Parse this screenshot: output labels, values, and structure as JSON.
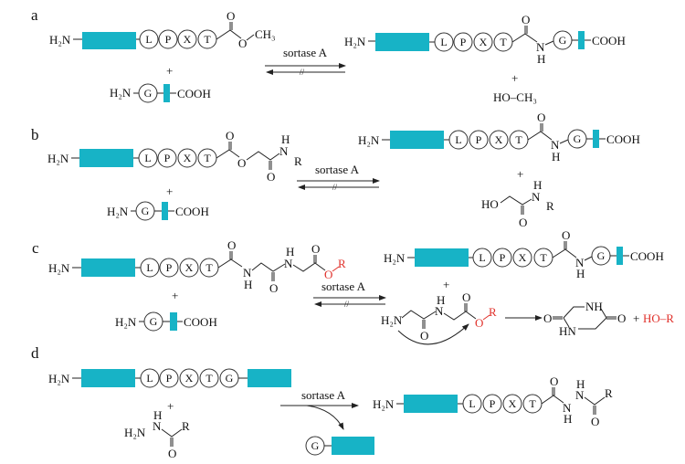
{
  "colors": {
    "protein_block": "#17b3c6",
    "leaving_group": "#e0302a",
    "ink": "#111111"
  },
  "enzyme_label": "sortase A",
  "panels": {
    "a": {
      "label": "a",
      "substrate": {
        "n_term": "H₂N",
        "motif": [
          "L",
          "P",
          "X",
          "T"
        ],
        "ester_O": "O",
        "ester_alkyl": "O",
        "ester_group": "CH₃"
      },
      "plus": "+",
      "nucleophile": {
        "n_term": "H₂N",
        "residue": "G",
        "c_term": "COOH"
      },
      "product": {
        "n_term": "H₂N",
        "motif": [
          "L",
          "P",
          "X",
          "T"
        ],
        "carbonyl_O": "O",
        "amide_N": "N",
        "amide_H": "H",
        "residue": "G",
        "c_term": "COOH"
      },
      "byproduct": "HO–CH₃",
      "reverse_blocked": "//"
    },
    "b": {
      "label": "b",
      "substrate": {
        "n_term": "H₂N",
        "motif": [
          "L",
          "P",
          "X",
          "T"
        ],
        "carbonyl_O": "O",
        "ester_O": "O",
        "amide_O": "O",
        "amide_N": "N",
        "amide_H": "H",
        "r_group": "R"
      },
      "plus": "+",
      "nucleophile": {
        "n_term": "H₂N",
        "residue": "G",
        "c_term": "COOH"
      },
      "product": {
        "n_term": "H₂N",
        "motif": [
          "L",
          "P",
          "X",
          "T"
        ],
        "carbonyl_O": "O",
        "amide_N": "N",
        "amide_H": "H",
        "residue": "G",
        "c_term": "COOH"
      },
      "byproduct": {
        "ho": "HO",
        "amide_O": "O",
        "amide_N": "N",
        "amide_H": "H",
        "r_group": "R"
      },
      "reverse_blocked": "//"
    },
    "c": {
      "label": "c",
      "substrate": {
        "n_term": "H₂N",
        "motif": [
          "L",
          "P",
          "X",
          "T"
        ],
        "carbonyl_O1": "O",
        "amide_N1": "N",
        "amide_H1": "H",
        "carbonyl_O2": "O",
        "amide_N2": "N",
        "amide_H2": "H",
        "carbonyl_O3": "O",
        "ester_O": "O",
        "r_group": "R"
      },
      "plus": "+",
      "nucleophile": {
        "n_term": "H₂N",
        "residue": "G",
        "c_term": "COOH"
      },
      "product": {
        "n_term": "H₂N",
        "motif": [
          "L",
          "P",
          "X",
          "T"
        ],
        "carbonyl_O": "O",
        "amide_N": "N",
        "amide_H": "H",
        "residue": "G",
        "c_term": "COOH"
      },
      "dipeptide": {
        "n_term": "H₂N",
        "amide_N": "N",
        "amide_H": "H",
        "amide_O": "O",
        "carbonyl_O": "O",
        "ester_O": "O",
        "r_group": "R"
      },
      "diketopiperazine": {
        "nh_top": "NH",
        "hn_bottom": "HN",
        "o_left": "O",
        "o_right": "O"
      },
      "plus2": "+",
      "released": "HO–R",
      "reverse_blocked": "//"
    },
    "d": {
      "label": "d",
      "substrate": {
        "n_term": "H₂N",
        "motif": [
          "L",
          "P",
          "X",
          "T",
          "G"
        ]
      },
      "plus": "+",
      "nucleophile": {
        "n_term": "H₂N",
        "n": "N",
        "h": "H",
        "carbonyl_O": "O",
        "r_group": "R"
      },
      "product": {
        "n_term": "H₂N",
        "motif": [
          "L",
          "P",
          "X",
          "T"
        ],
        "carbonyl_O": "O",
        "n1": "N",
        "h1": "H",
        "n2": "N",
        "h2": "H",
        "acyl_O": "O",
        "r_group": "R"
      },
      "released": {
        "residue": "G"
      }
    }
  }
}
